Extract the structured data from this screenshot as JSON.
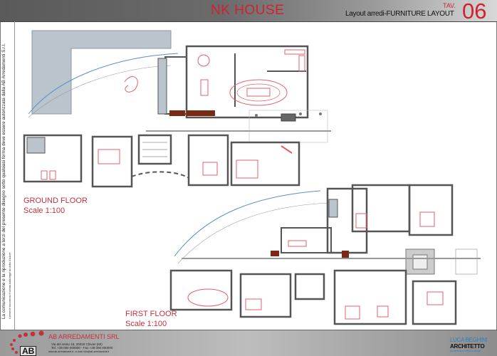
{
  "header": {
    "project_title": "NK HOUSE",
    "sheet_subtitle": "Layout arredi-FURNITURE LAYOUT",
    "tav_label": "TAV.",
    "tav_number": "06"
  },
  "sidebar": {
    "notice": "La comunicazione e la riproduzione a terzi del presente disegno sotto qualsiasi forma deve essere autorizzata dalla AB Arredamenti S.r.l.",
    "notice_small": "Il presente documento è tutelato dalla legge sul diritto d'autore"
  },
  "plans": {
    "ground_floor": {
      "label": "GROUND FLOOR",
      "scale": "Scale 1:100"
    },
    "first_floor": {
      "label": "FIRST FLOOR",
      "scale": "Scale 1:100"
    }
  },
  "footer": {
    "company_name": "AB ARREDAMENTI SRL",
    "company_logo_text": "AB",
    "address": "Via del vento 16, 20020 Chivari (MI)",
    "phone": "Tel. +39 000 000000 - Fax +39 000 000000",
    "web": "www.ab-arredamenti.it - e-mail: info@ab-arredamenti.it",
    "architect_name": "LUCA BEGHINI",
    "architect_title": "ARCHITETTO",
    "architect_tagline": "architettura e interior design"
  },
  "colors": {
    "accent": "#c2323c",
    "wall": "#555555",
    "furniture": "#e0606a",
    "glass": "#5a8fc8"
  }
}
